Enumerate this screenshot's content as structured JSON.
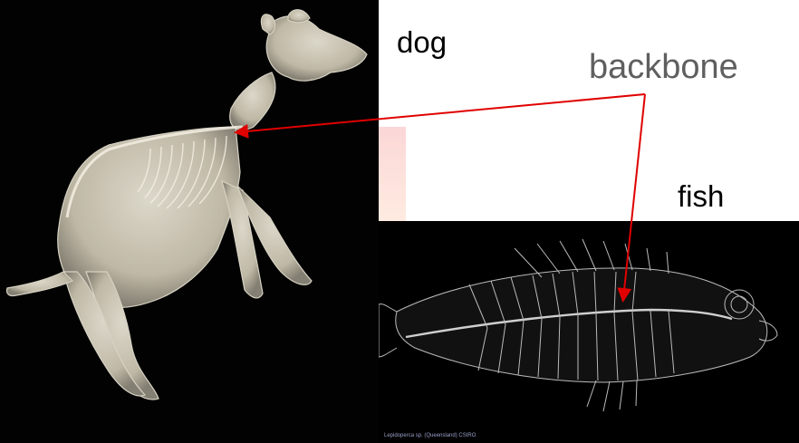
{
  "labels": {
    "dog": "dog",
    "fish": "fish",
    "backbone": "backbone"
  },
  "images": {
    "dog": "dog skeleton x-ray",
    "fish": "fish skeleton x-ray"
  },
  "credit": "Lepidoperca sp. (Queensland) CSIRO",
  "colors": {
    "arrow": "#e00000",
    "backbone_text": "#5f5f5f",
    "label_text": "#000000"
  }
}
